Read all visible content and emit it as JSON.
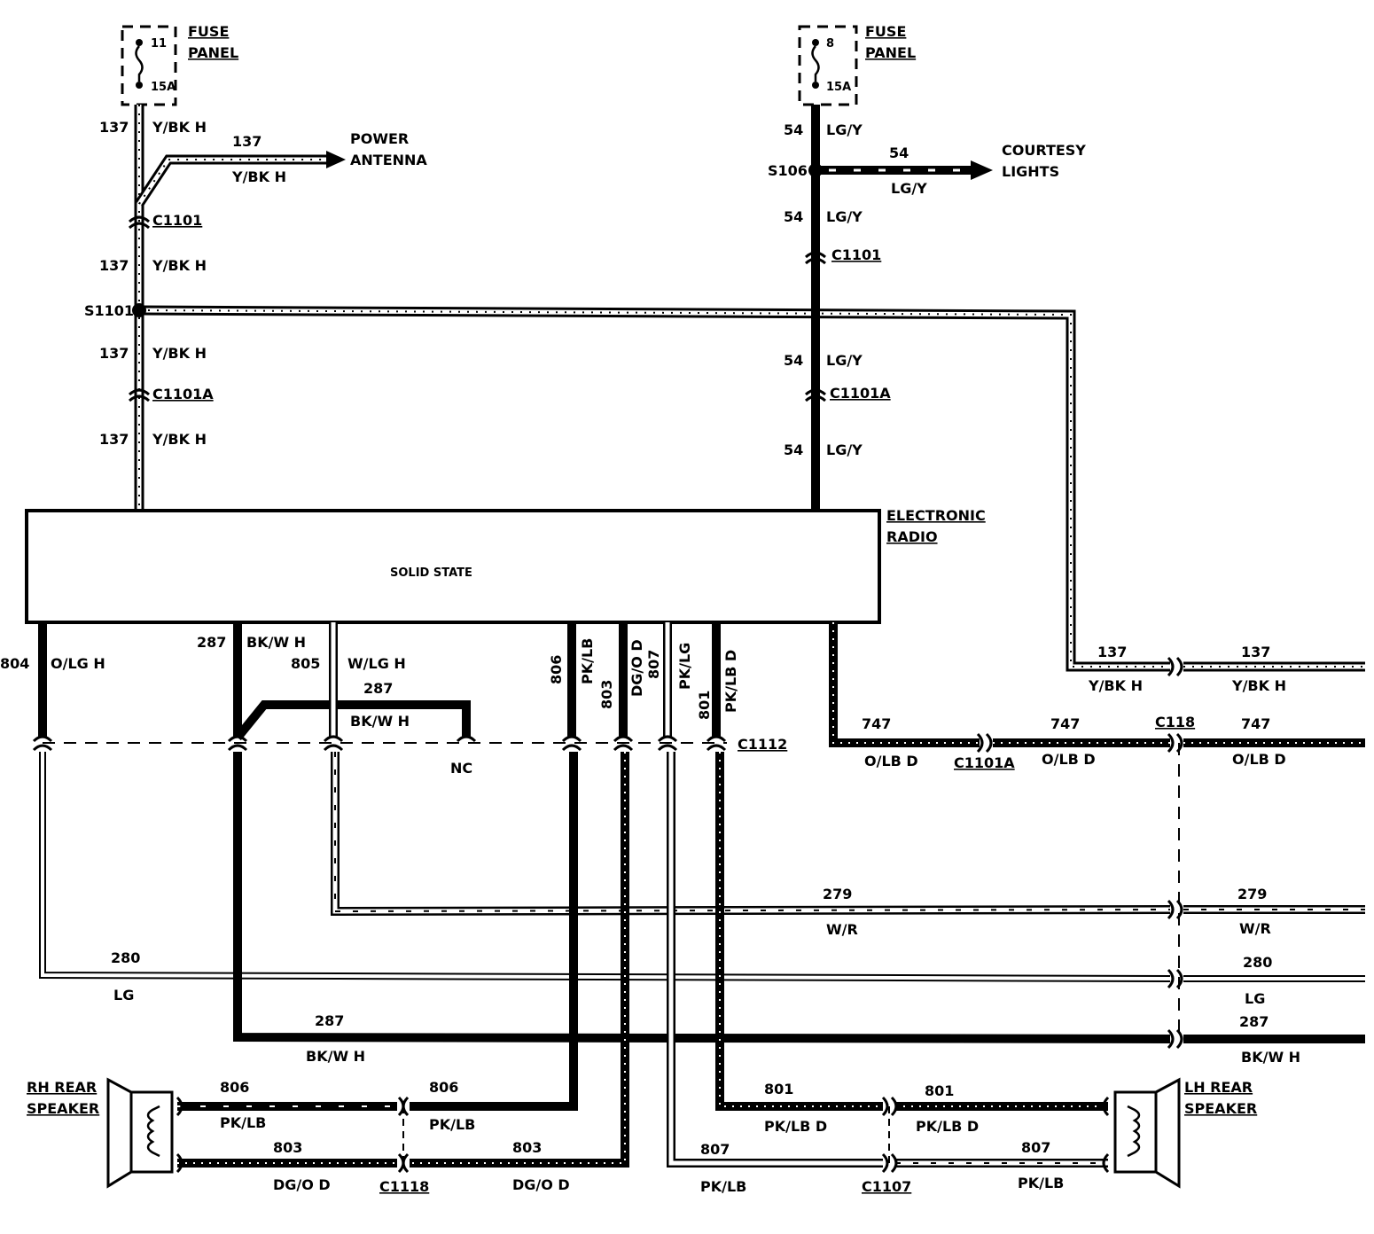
{
  "fuse_left": {
    "number": "11",
    "rating": "15A",
    "label_1": "FUSE",
    "label_2": "PANEL"
  },
  "fuse_right": {
    "number": "8",
    "rating": "15A",
    "label_1": "FUSE",
    "label_2": "PANEL"
  },
  "radio": {
    "label_1": "ELECTRONIC",
    "label_2": "RADIO",
    "inner": "SOLID STATE"
  },
  "connectors": {
    "c1101": "C1101",
    "c1101a": "C1101A",
    "c1112": "C1112",
    "c118": "C118",
    "c1118": "C1118",
    "c1107": "C1107",
    "nc": "NC"
  },
  "splices": {
    "s1101": "S1101",
    "s106": "S106"
  },
  "destinations": {
    "power_antenna_1": "POWER",
    "power_antenna_2": "ANTENNA",
    "courtesy_1": "COURTESY",
    "courtesy_2": "LIGHTS",
    "rh_speaker_1": "RH REAR",
    "rh_speaker_2": "SPEAKER",
    "lh_speaker_1": "LH REAR",
    "lh_speaker_2": "SPEAKER"
  },
  "circuits": {
    "n137": "137",
    "c137": "Y/BK H",
    "n54": "54",
    "c54": "LG/Y",
    "n804": "804",
    "c804": "O/LG H",
    "n287": "287",
    "c287": "BK/W H",
    "n805": "805",
    "c805": "W/LG H",
    "n806": "806",
    "c806": "PK/LB",
    "n803": "803",
    "c803": "DG/O D",
    "n807": "807",
    "c807": "PK/LG",
    "c807_low": "PK/LB",
    "n801": "801",
    "c801": "PK/LB D",
    "n747": "747",
    "c747": "O/LB D",
    "n279": "279",
    "c279": "W/R",
    "n280": "280",
    "c280": "LG"
  },
  "colors": {
    "wire": "#000000",
    "background": "#ffffff"
  }
}
